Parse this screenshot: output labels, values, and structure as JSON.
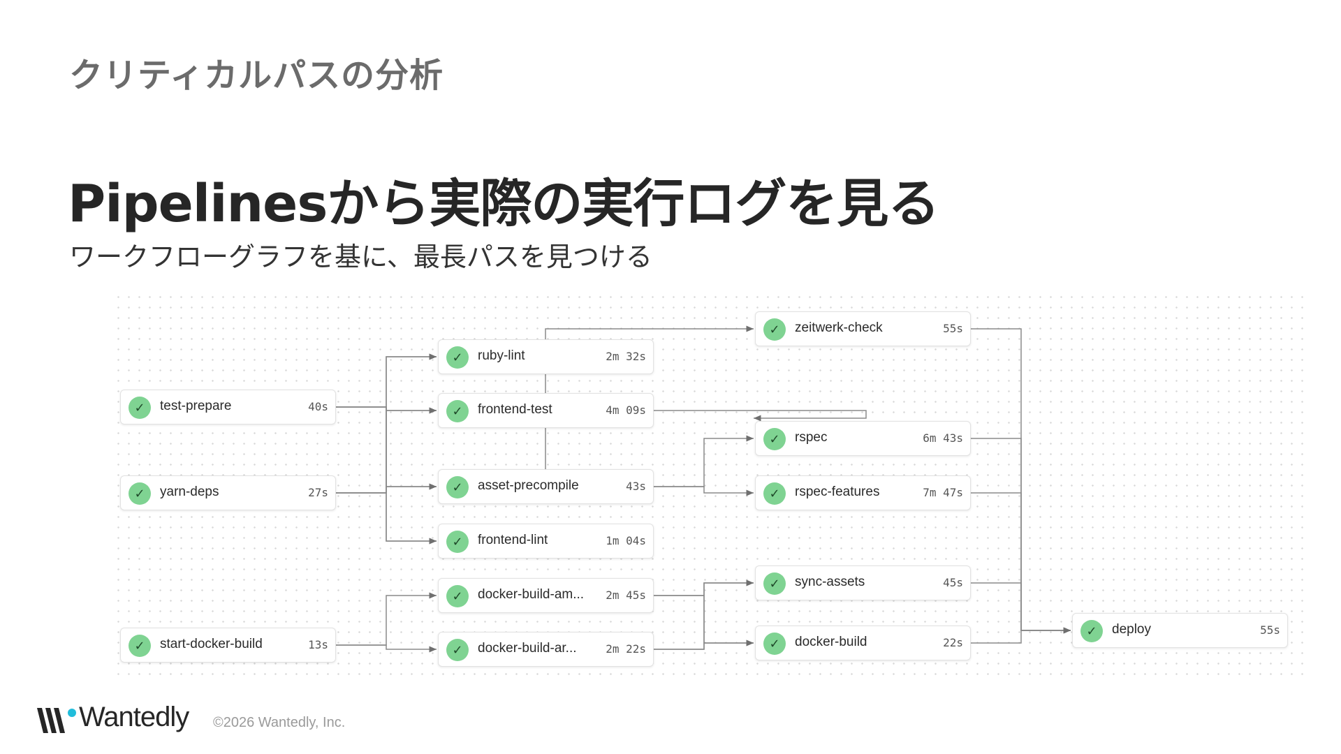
{
  "slide": {
    "section_title": "クリティカルパスの分析",
    "title": "Pipelinesから実際の実行ログを見る",
    "subtitle": "ワークフローグラフを基に、最長パスを見つける"
  },
  "workflow": {
    "status_icon": "check-icon",
    "status_color": "#7fd392",
    "nodes": [
      {
        "id": "test-prepare",
        "name": "test-prepare",
        "duration": "40s",
        "status": "success"
      },
      {
        "id": "yarn-deps",
        "name": "yarn-deps",
        "duration": "27s",
        "status": "success"
      },
      {
        "id": "start-docker-build",
        "name": "start-docker-build",
        "duration": "13s",
        "status": "success"
      },
      {
        "id": "ruby-lint",
        "name": "ruby-lint",
        "duration": "2m 32s",
        "status": "success"
      },
      {
        "id": "frontend-test",
        "name": "frontend-test",
        "duration": "4m 09s",
        "status": "success"
      },
      {
        "id": "asset-precompile",
        "name": "asset-precompile",
        "duration": "43s",
        "status": "success"
      },
      {
        "id": "frontend-lint",
        "name": "frontend-lint",
        "duration": "1m 04s",
        "status": "success"
      },
      {
        "id": "docker-build-am",
        "name": "docker-build-am...",
        "duration": "2m 45s",
        "status": "success"
      },
      {
        "id": "docker-build-ar",
        "name": "docker-build-ar...",
        "duration": "2m 22s",
        "status": "success"
      },
      {
        "id": "zeitwerk-check",
        "name": "zeitwerk-check",
        "duration": "55s",
        "status": "success"
      },
      {
        "id": "rspec",
        "name": "rspec",
        "duration": "6m 43s",
        "status": "success"
      },
      {
        "id": "rspec-features",
        "name": "rspec-features",
        "duration": "7m 47s",
        "status": "success"
      },
      {
        "id": "sync-assets",
        "name": "sync-assets",
        "duration": "45s",
        "status": "success"
      },
      {
        "id": "docker-build",
        "name": "docker-build",
        "duration": "22s",
        "status": "success"
      },
      {
        "id": "deploy",
        "name": "deploy",
        "duration": "55s",
        "status": "success"
      }
    ],
    "edges": [
      [
        "test-prepare",
        "ruby-lint"
      ],
      [
        "test-prepare",
        "frontend-test"
      ],
      [
        "test-prepare",
        "asset-precompile"
      ],
      [
        "test-prepare",
        "frontend-lint"
      ],
      [
        "yarn-deps",
        "ruby-lint"
      ],
      [
        "yarn-deps",
        "frontend-test"
      ],
      [
        "yarn-deps",
        "asset-precompile"
      ],
      [
        "yarn-deps",
        "frontend-lint"
      ],
      [
        "start-docker-build",
        "docker-build-am"
      ],
      [
        "start-docker-build",
        "docker-build-ar"
      ],
      [
        "asset-precompile",
        "zeitwerk-check"
      ],
      [
        "frontend-test",
        "rspec"
      ],
      [
        "asset-precompile",
        "rspec"
      ],
      [
        "asset-precompile",
        "rspec-features"
      ],
      [
        "docker-build-am",
        "sync-assets"
      ],
      [
        "docker-build-am",
        "docker-build"
      ],
      [
        "docker-build-ar",
        "sync-assets"
      ],
      [
        "docker-build-ar",
        "docker-build"
      ],
      [
        "zeitwerk-check",
        "deploy"
      ],
      [
        "rspec",
        "deploy"
      ],
      [
        "rspec-features",
        "deploy"
      ],
      [
        "sync-assets",
        "deploy"
      ],
      [
        "docker-build",
        "deploy"
      ]
    ]
  },
  "footer": {
    "brand": "Wantedly",
    "logo_icon": "wantedly-logo-icon",
    "copyright": "©2026 Wantedly, Inc."
  }
}
